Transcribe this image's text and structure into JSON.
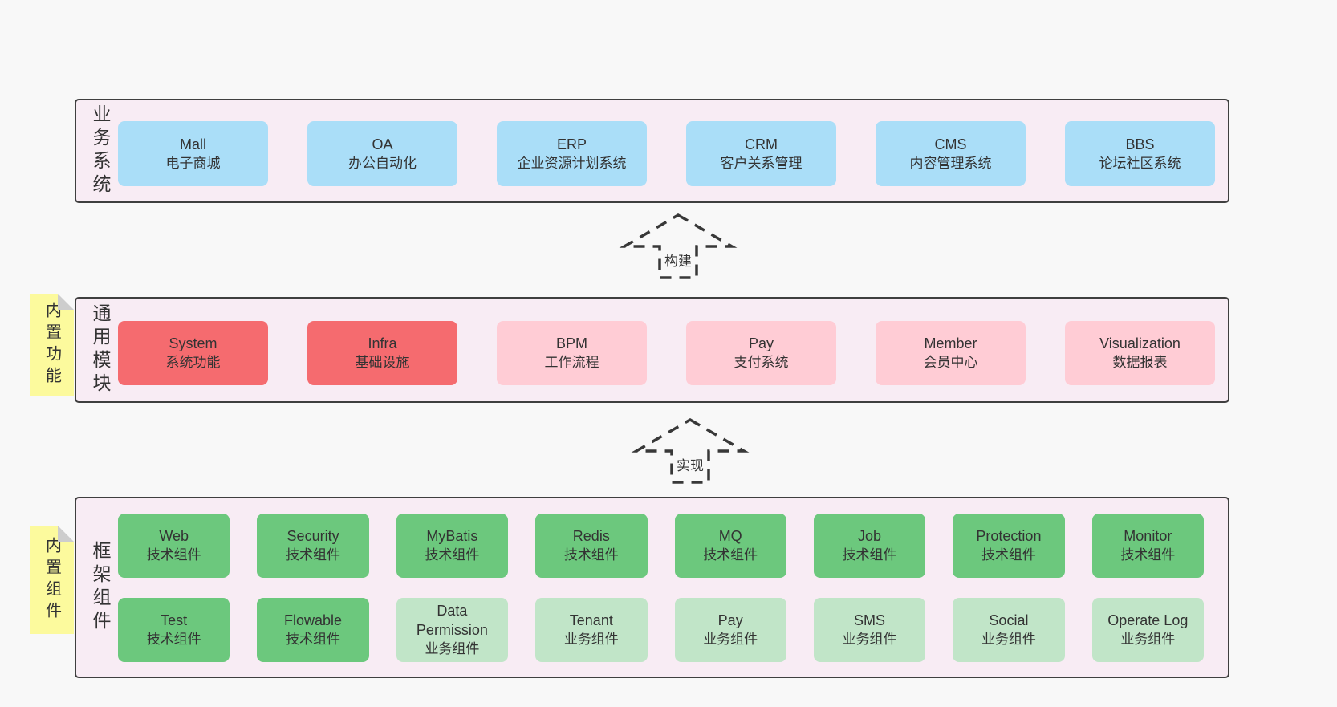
{
  "palette": {
    "page_bg": "#f8f8f8",
    "band_bg": "#f8ecf4",
    "band_border": "#3f3f3f",
    "blue": "#aadef8",
    "red": "#f56b6f",
    "pink": "#ffccd5",
    "green_dark": "#6cc87d",
    "green_light": "#c1e5c8",
    "note_yellow": "#fcfa9d",
    "note_fold": "#cdcdcd",
    "text": "#333333"
  },
  "arrows": {
    "build": "构建",
    "implement": "实现"
  },
  "bands": {
    "business": {
      "label": "业务系统",
      "boxes": [
        {
          "title": "Mall",
          "subtitle": "电子商城"
        },
        {
          "title": "OA",
          "subtitle": "办公自动化"
        },
        {
          "title": "ERP",
          "subtitle": "企业资源计划系统"
        },
        {
          "title": "CRM",
          "subtitle": "客户关系管理"
        },
        {
          "title": "CMS",
          "subtitle": "内容管理系统"
        },
        {
          "title": "BBS",
          "subtitle": "论坛社区系统"
        }
      ]
    },
    "common": {
      "label": "通用模块",
      "note": "内置功能",
      "boxes": [
        {
          "title": "System",
          "subtitle": "系统功能"
        },
        {
          "title": "Infra",
          "subtitle": "基础设施"
        },
        {
          "title": "BPM",
          "subtitle": "工作流程"
        },
        {
          "title": "Pay",
          "subtitle": "支付系统"
        },
        {
          "title": "Member",
          "subtitle": "会员中心"
        },
        {
          "title": "Visualization",
          "subtitle": "数据报表"
        }
      ]
    },
    "framework": {
      "label": "框架组件",
      "note": "内置组件",
      "row1": [
        {
          "title": "Web",
          "subtitle": "技术组件"
        },
        {
          "title": "Security",
          "subtitle": "技术组件"
        },
        {
          "title": "MyBatis",
          "subtitle": "技术组件"
        },
        {
          "title": "Redis",
          "subtitle": "技术组件"
        },
        {
          "title": "MQ",
          "subtitle": "技术组件"
        },
        {
          "title": "Job",
          "subtitle": "技术组件"
        },
        {
          "title": "Protection",
          "subtitle": "技术组件"
        },
        {
          "title": "Monitor",
          "subtitle": "技术组件"
        }
      ],
      "row2": [
        {
          "title": "Test",
          "subtitle": "技术组件"
        },
        {
          "title": "Flowable",
          "subtitle": "技术组件"
        },
        {
          "title": "Data Permission",
          "subtitle": "业务组件"
        },
        {
          "title": "Tenant",
          "subtitle": "业务组件"
        },
        {
          "title": "Pay",
          "subtitle": "业务组件"
        },
        {
          "title": "SMS",
          "subtitle": "业务组件"
        },
        {
          "title": "Social",
          "subtitle": "业务组件"
        },
        {
          "title": "Operate Log",
          "subtitle": "业务组件"
        }
      ]
    }
  }
}
